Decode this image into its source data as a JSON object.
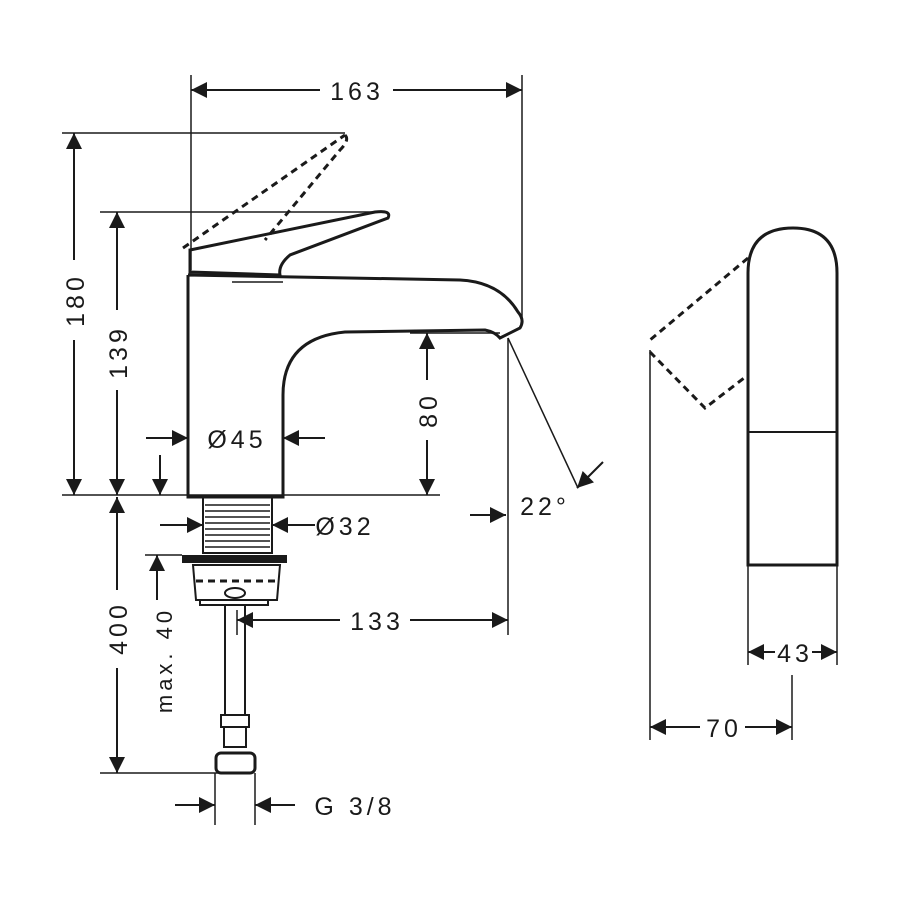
{
  "drawing": {
    "front_view": {
      "overall_width": "163",
      "total_height": "180",
      "spout_height": "139",
      "outlet_height": "80",
      "body_diameter": "Ø45",
      "thread_diameter": "Ø32",
      "spout_reach": "133",
      "outlet_angle": "22°",
      "below_deck_length": "400",
      "max_deck_thickness": "max. 40",
      "connection": "G 3/8"
    },
    "side_view": {
      "body_depth": "43",
      "lever_depth": "70"
    }
  }
}
